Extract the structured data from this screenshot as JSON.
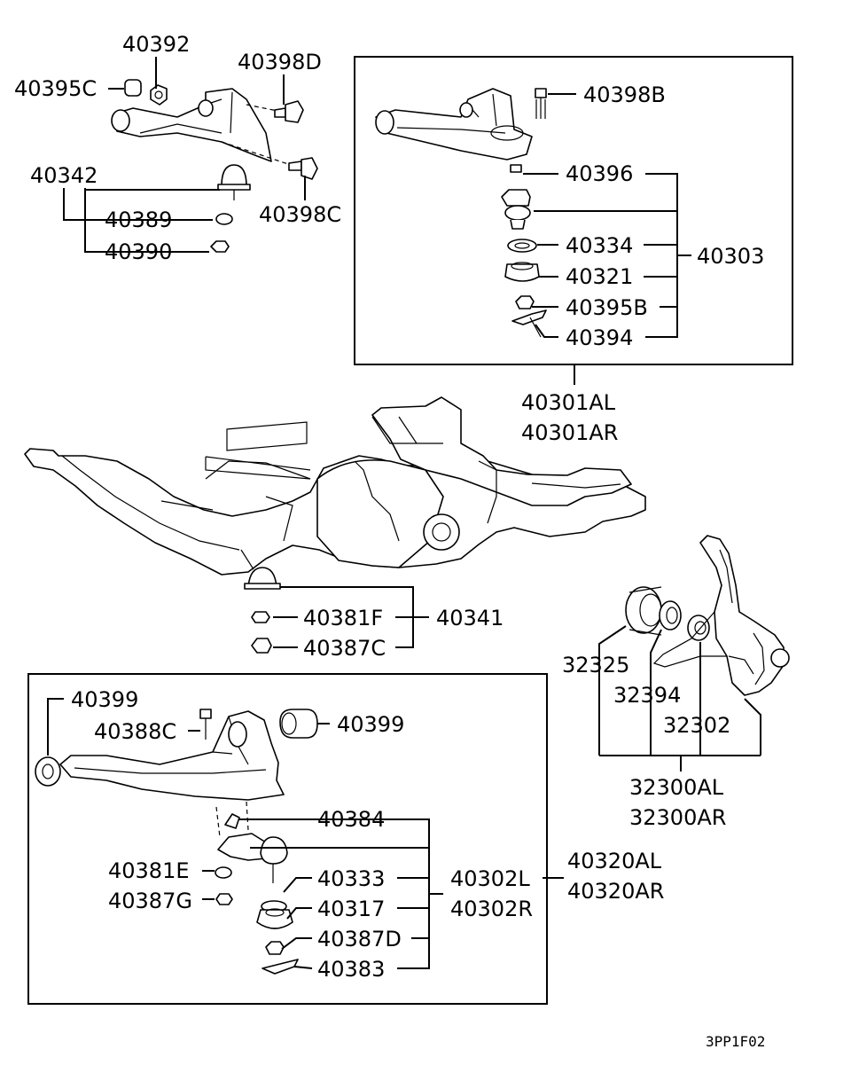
{
  "callouts": {
    "p40392": "40392",
    "p40395C": "40395C",
    "p40398D": "40398D",
    "p40342": "40342",
    "p40389": "40389",
    "p40390": "40390",
    "p40398C": "40398C",
    "p40398B": "40398B",
    "p40396": "40396",
    "p40334": "40334",
    "p40303": "40303",
    "p40321": "40321",
    "p40395B": "40395B",
    "p40394": "40394",
    "p40301AL": "40301AL",
    "p40301AR": "40301AR",
    "p40381F": "40381F",
    "p40341": "40341",
    "p40387C": "40387C",
    "p32325": "32325",
    "p32394": "32394",
    "p32302": "32302",
    "p32300AL": "32300AL",
    "p32300AR": "32300AR",
    "p40399a": "40399",
    "p40399b": "40399",
    "p40388C": "40388C",
    "p40384": "40384",
    "p40381E": "40381E",
    "p40387G": "40387G",
    "p40333": "40333",
    "p40302L": "40302L",
    "p40302R": "40302R",
    "p40320AL": "40320AL",
    "p40320AR": "40320AR",
    "p40317": "40317",
    "p40387D": "40387D",
    "p40383": "40383"
  },
  "diagram_code": "3PP1F02"
}
